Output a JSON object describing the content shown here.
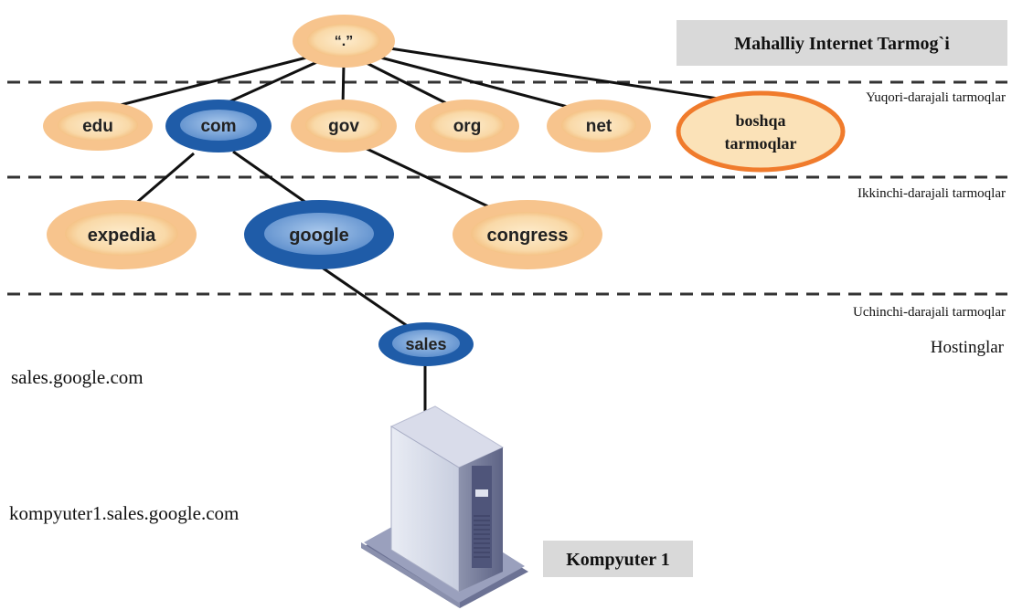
{
  "title_box": "Mahalliy Internet Tarmog`i",
  "levels": {
    "top": "Yuqori-darajali tarmoqlar",
    "second": "Ikkinchi-darajali tarmoqlar",
    "third": "Uchinchi-darajali tarmoqlar",
    "hosts": "Hostinglar"
  },
  "nodes": {
    "root": "“.”",
    "edu": "edu",
    "com": "com",
    "gov": "gov",
    "org": "org",
    "net": "net",
    "boshqa_line1": "boshqa",
    "boshqa_line2": "tarmoqlar",
    "expedia": "expedia",
    "google": "google",
    "congress": "congress",
    "sales": "sales"
  },
  "domain_examples": {
    "sales_domain": "sales.google.com",
    "computer_domain": "kompyuter1.sales.google.com"
  },
  "computer_label": "Kompyuter 1",
  "colors": {
    "orange_outer": "#f7c48d",
    "orange_inner": "#fbe2b8",
    "orange_accent": "#f07b2c",
    "blue_outer": "#1f5ca8",
    "blue_inner": "#6f9fd6",
    "label_box": "#d9d9d9"
  }
}
